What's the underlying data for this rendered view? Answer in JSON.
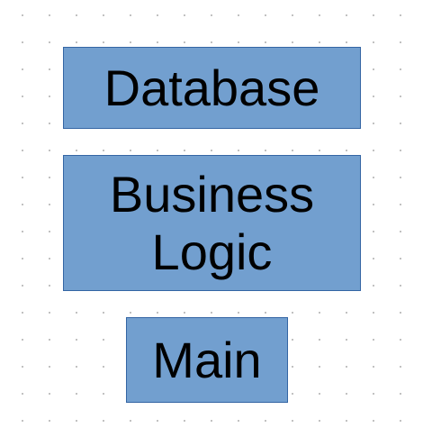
{
  "diagram": {
    "blocks": [
      {
        "label": "Database"
      },
      {
        "label": "Business\nLogic"
      },
      {
        "label": "Main"
      }
    ],
    "colors": {
      "block_fill": "#729fcf",
      "block_border": "#3465a4",
      "text": "#000000",
      "background": "#ffffff",
      "grid_dots": "#8a8a8a"
    }
  }
}
